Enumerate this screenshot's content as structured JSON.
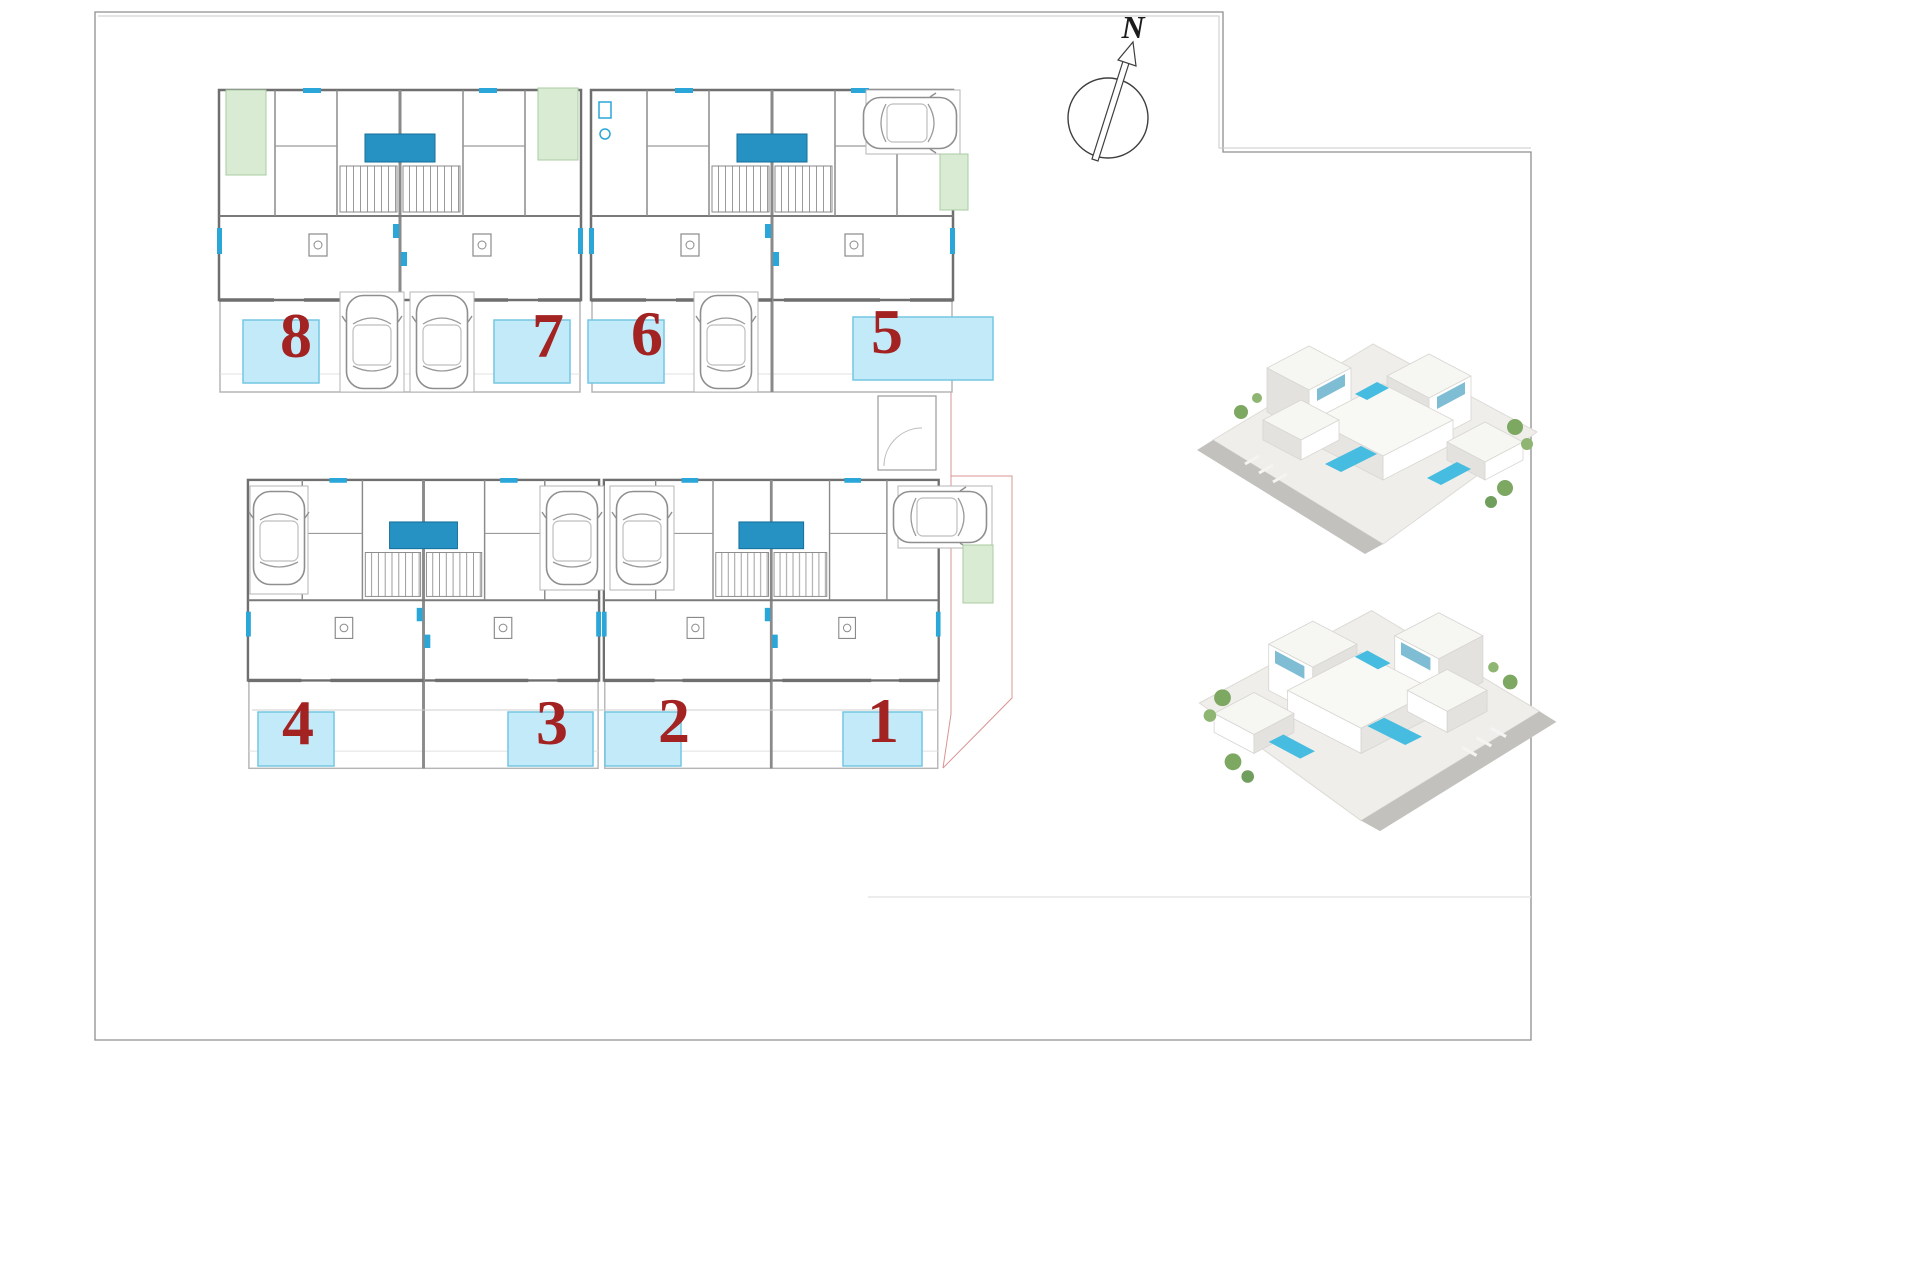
{
  "compass": {
    "label": "N"
  },
  "plan": {
    "units": [
      {
        "label": "8",
        "has_pool": true
      },
      {
        "label": "7",
        "has_pool": true
      },
      {
        "label": "6",
        "has_pool": true
      },
      {
        "label": "5",
        "has_pool": true
      },
      {
        "label": "4",
        "has_pool": true
      },
      {
        "label": "3",
        "has_pool": true
      },
      {
        "label": "2",
        "has_pool": true
      },
      {
        "label": "1",
        "has_pool": true
      }
    ]
  },
  "colors": {
    "pool_fill": "#c3eaf9",
    "pool_border": "#74c6e2",
    "accent_blue": "#2592c3",
    "window_blue": "#2aa7d8",
    "garden_green": "#d9ecd3",
    "unit_number_red": "#a32222",
    "wall_gray": "#6f6f6f",
    "boundary_red": "#d99494",
    "render_pool_blue": "#45bce0"
  },
  "icons": {
    "compass": "north-arrow",
    "car": "car-top-view",
    "stairs": "hatched-stairs"
  },
  "renders": [
    {
      "name": "villa-render-upper"
    },
    {
      "name": "villa-render-lower"
    }
  ]
}
